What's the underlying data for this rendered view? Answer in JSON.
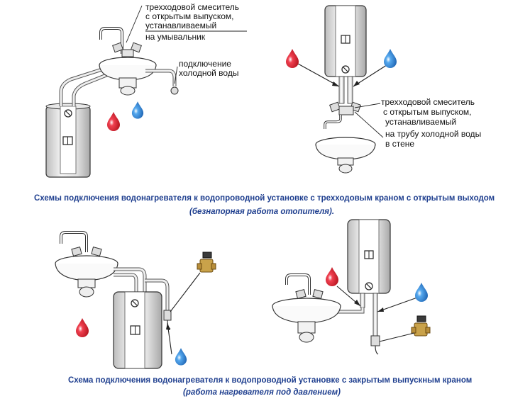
{
  "labels": {
    "tl_mixer_line1": "трехходовой смеситель",
    "tl_mixer_line2": "с открытым выпуском,",
    "tl_mixer_line3": "устанавливаемый",
    "tl_mixer_line4": "на умывальник",
    "tl_cold_line1": "подключение",
    "tl_cold_line2": "холодной воды",
    "tr_mixer_line1": "трехходовой смеситель",
    "tr_mixer_line2": "с открытым выпуском,",
    "tr_mixer_line3": "устанавливаемый",
    "tr_mixer_line4": "на трубу холодной воды",
    "tr_mixer_line5": "в стене"
  },
  "captions": {
    "top_main": "Схемы подключения водонагревателя к водопроводной установке с трехходовым краном с открытым выходом",
    "top_sub": "(безнапорная работа отопителя).",
    "bottom_main": "Схема подключения водонагревателя к водопроводной установке с закрытым выпускным краном",
    "bottom_sub": "(работа нагревателя под давлением)"
  },
  "colors": {
    "hot_drop": "#d0202a",
    "cold_drop": "#2a7fd0",
    "caption": "#1f3f8f",
    "line": "#333333"
  },
  "icons": {
    "hot": "red-water-drop",
    "cold": "blue-water-drop",
    "valve": "safety-valve"
  }
}
